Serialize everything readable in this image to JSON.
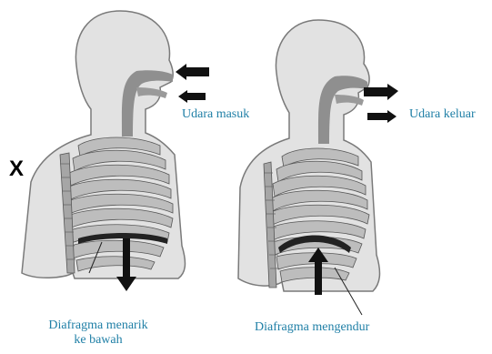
{
  "figure_marker": "X",
  "left_figure": {
    "arrow_label": "Udara masuk",
    "diaphragm_label_line1": "Diafragma menarik",
    "diaphragm_label_line2": "ke bawah"
  },
  "right_figure": {
    "arrow_label": "Udara keluar",
    "diaphragm_label": "Diafragma mengendur"
  },
  "colors": {
    "label_text": "#1f7fa6",
    "body_fill": "#e2e2e2",
    "body_outline": "#7a7a7a",
    "airway_fill": "#8f8f8f",
    "rib_fill": "#bdbdbd",
    "arrow_fill": "#111111"
  }
}
